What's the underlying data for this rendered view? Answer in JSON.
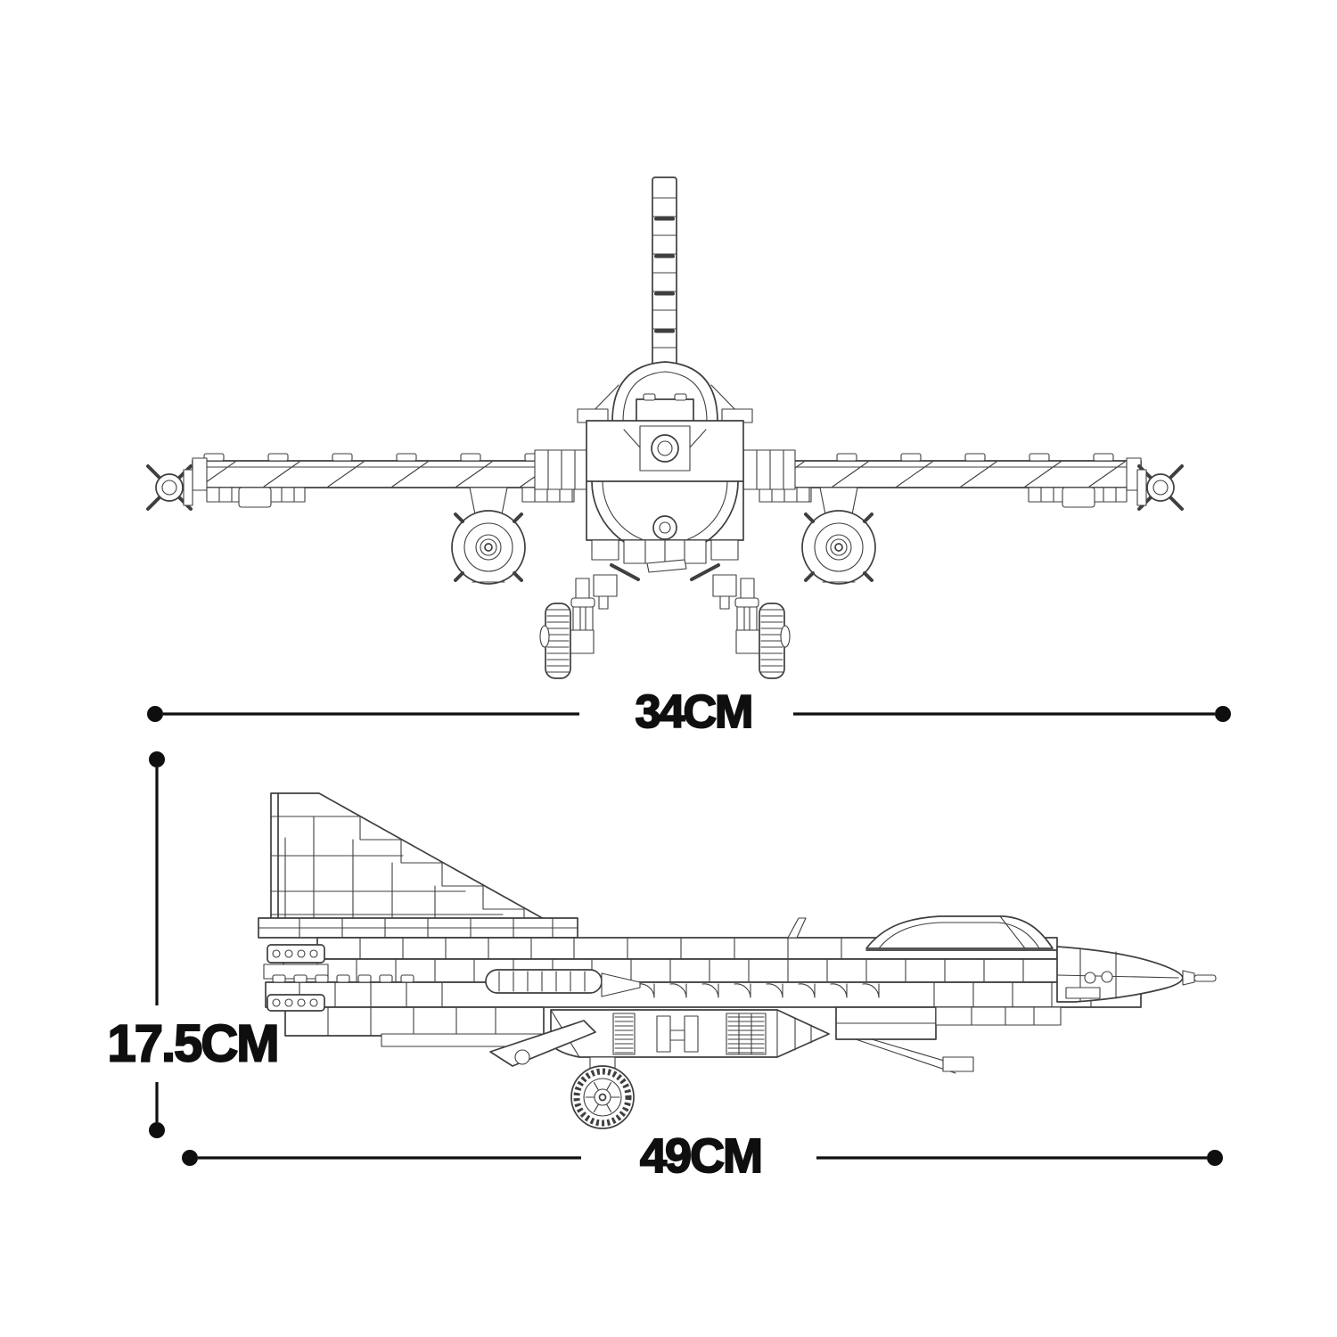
{
  "colors": {
    "background": "#ffffff",
    "line": "#3f3f3f",
    "ink": "#0f0f0f"
  },
  "diagram": {
    "subject": "brick-built-fighter-jet-blueprint",
    "dimensions": {
      "wingspan": {
        "label": "34CM",
        "value_cm": 34
      },
      "height": {
        "label": "17.5CM",
        "value_cm": 17.5
      },
      "length": {
        "label": "49CM",
        "value_cm": 49
      }
    }
  }
}
